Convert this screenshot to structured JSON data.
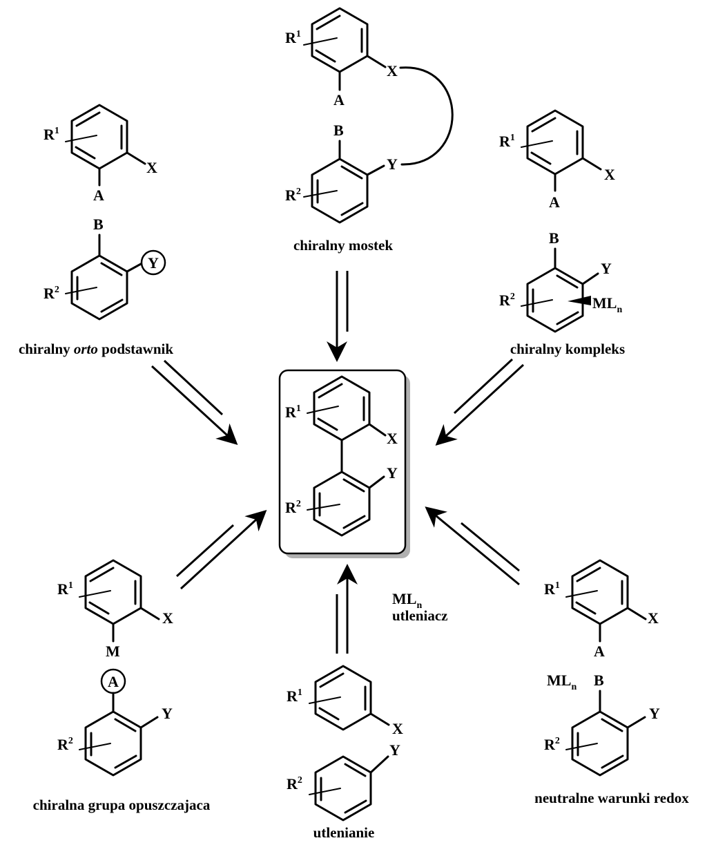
{
  "atoms": {
    "R": "R",
    "sup1": "1",
    "sup2": "2",
    "X": "X",
    "Y": "Y",
    "A": "A",
    "B": "B",
    "M": "M",
    "ML": "ML",
    "n": "n"
  },
  "captions": {
    "chiral_bridge": "chiralny mostek",
    "chiral_ortho_pre": "chiralny ",
    "chiral_ortho_italic": "orto",
    "chiral_ortho_post": " podstawnik",
    "chiral_complex": "chiralny kompleks",
    "chiral_leaving_group": "chiralna grupa opuszczajaca",
    "oxidation": "utlenianie",
    "neutral_redox": "neutralne warunki redox",
    "oxidant": "utleniacz"
  }
}
